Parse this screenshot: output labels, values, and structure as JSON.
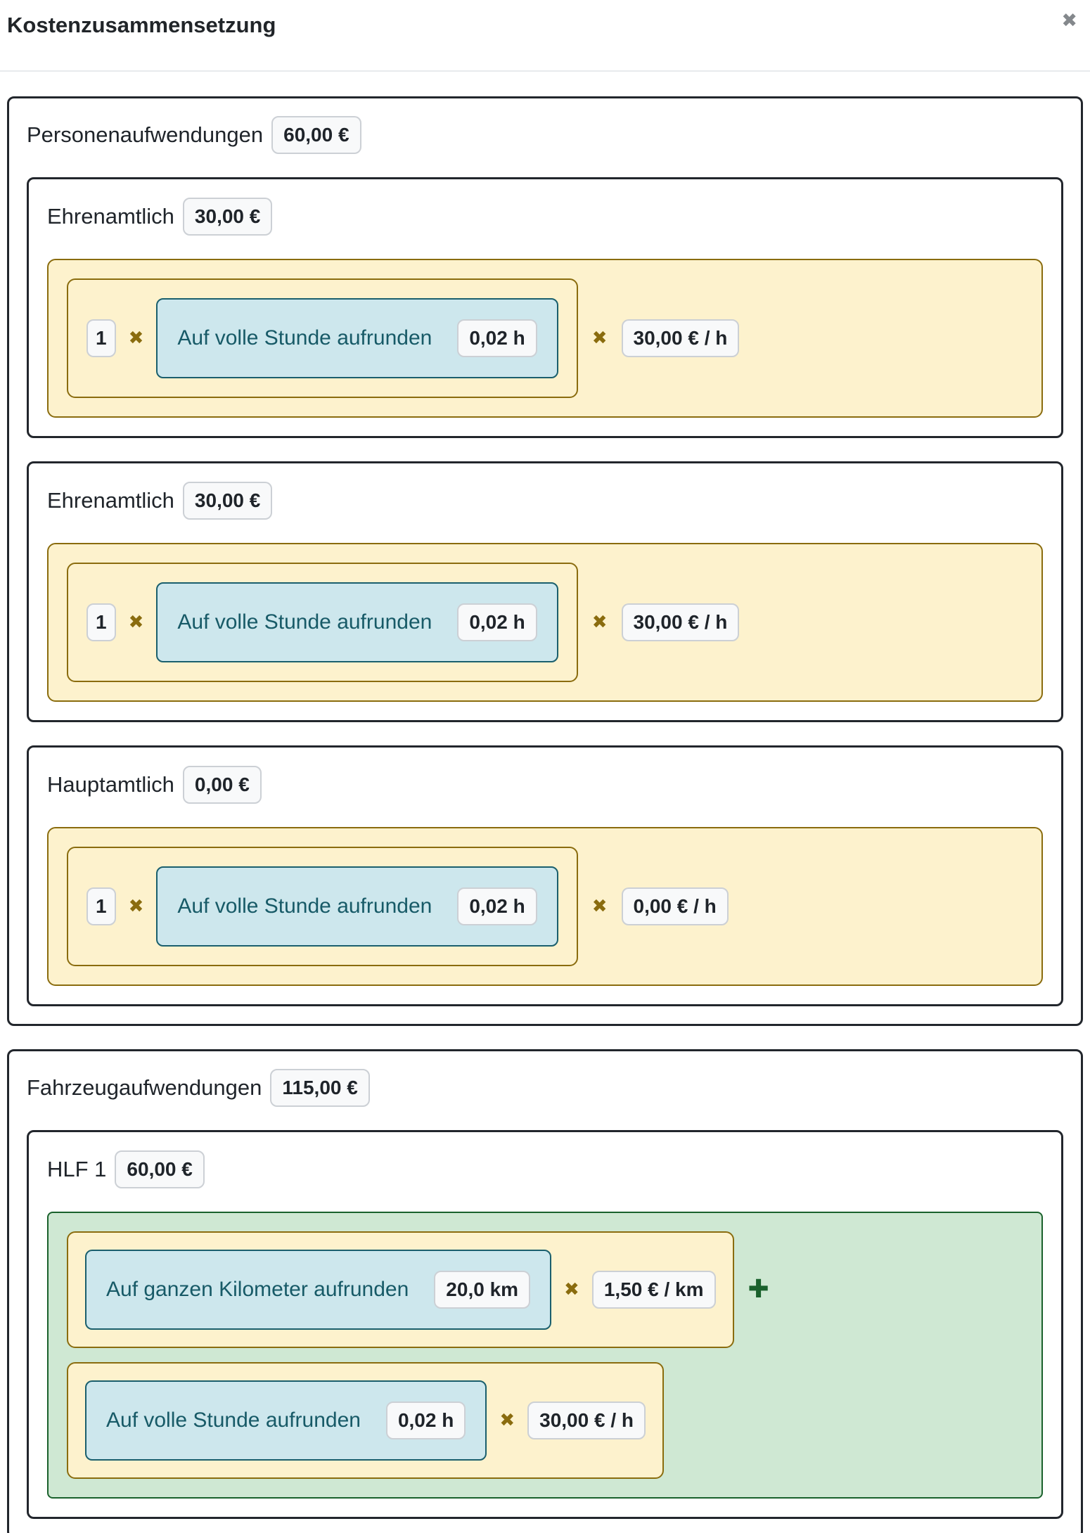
{
  "header": {
    "title": "Kostenzusammensetzung",
    "close_icon": "✖"
  },
  "symbols": {
    "multiply": "✖",
    "plus": "✚"
  },
  "colors": {
    "box_border_dark": "#22262c",
    "multiply_group_bg": "#fdf2cd",
    "multiply_group_border": "#8a6c0e",
    "round_box_bg": "#cde7ed",
    "round_box_border": "#1a5f6d",
    "add_group_bg": "#cfe8d3",
    "add_group_border": "#1a612c",
    "badge_bg": "#f8f9fa",
    "badge_border": "#ccd0d5"
  },
  "groups": [
    {
      "label": "Personenaufwendungen",
      "total": "60,00 €",
      "items": [
        {
          "label": "Ehrenamtlich",
          "total": "30,00 €",
          "factor": "1",
          "round_label": "Auf volle Stunde aufrunden",
          "round_value": "0,02 h",
          "rate": "30,00 € / h"
        },
        {
          "label": "Ehrenamtlich",
          "total": "30,00 €",
          "factor": "1",
          "round_label": "Auf volle Stunde aufrunden",
          "round_value": "0,02 h",
          "rate": "30,00 € / h"
        },
        {
          "label": "Hauptamtlich",
          "total": "0,00 €",
          "factor": "1",
          "round_label": "Auf volle Stunde aufrunden",
          "round_value": "0,02 h",
          "rate": "0,00 € / h"
        }
      ]
    },
    {
      "label": "Fahrzeugaufwendungen",
      "total": "115,00 €",
      "items": [
        {
          "label": "HLF 1",
          "total": "60,00 €",
          "terms": [
            {
              "round_label": "Auf ganzen Kilometer aufrunden",
              "round_value": "20,0 km",
              "rate": "1,50 € / km"
            },
            {
              "round_label": "Auf volle Stunde aufrunden",
              "round_value": "0,02 h",
              "rate": "30,00 € / h"
            }
          ]
        }
      ]
    }
  ]
}
